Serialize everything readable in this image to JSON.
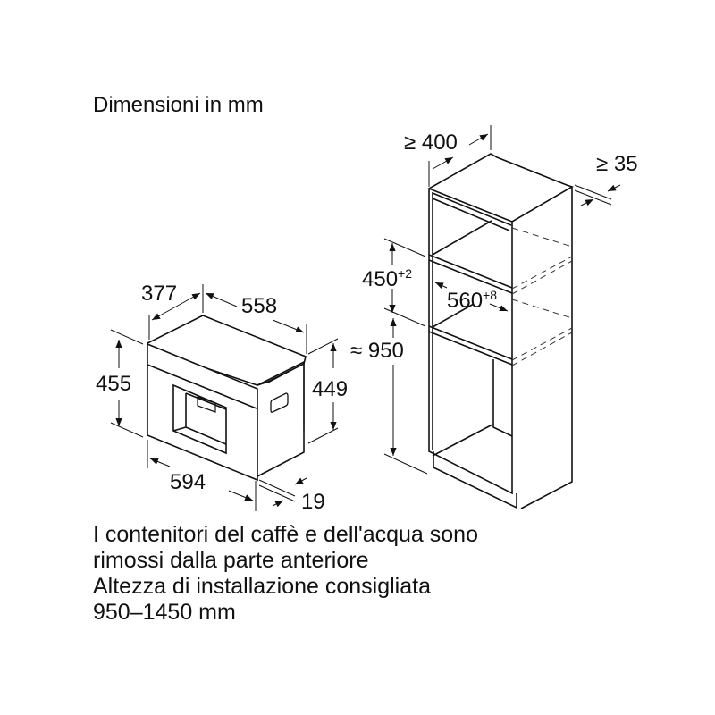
{
  "title": "Dimensioni in mm",
  "appliance": {
    "depth_label": "377",
    "width_top_label": "558",
    "height_front_label": "455",
    "height_body_label": "449",
    "width_front_label": "594",
    "front_thickness_label": "19"
  },
  "cabinet": {
    "min_depth_label": "≥ 400",
    "min_gap_label": "≥ 35",
    "niche_height_label": "450",
    "niche_height_tol": "+2",
    "niche_width_label": "560",
    "niche_width_tol": "+8",
    "floor_height_label": "≈ 950"
  },
  "notes": [
    "I contenitori del caffè e dell'acqua sono",
    "rimossi dalla parte anteriore",
    "Altezza di installazione consigliata",
    "950–1450 mm"
  ],
  "colors": {
    "line": "#111111",
    "dash": "#333333",
    "background": "#ffffff"
  }
}
